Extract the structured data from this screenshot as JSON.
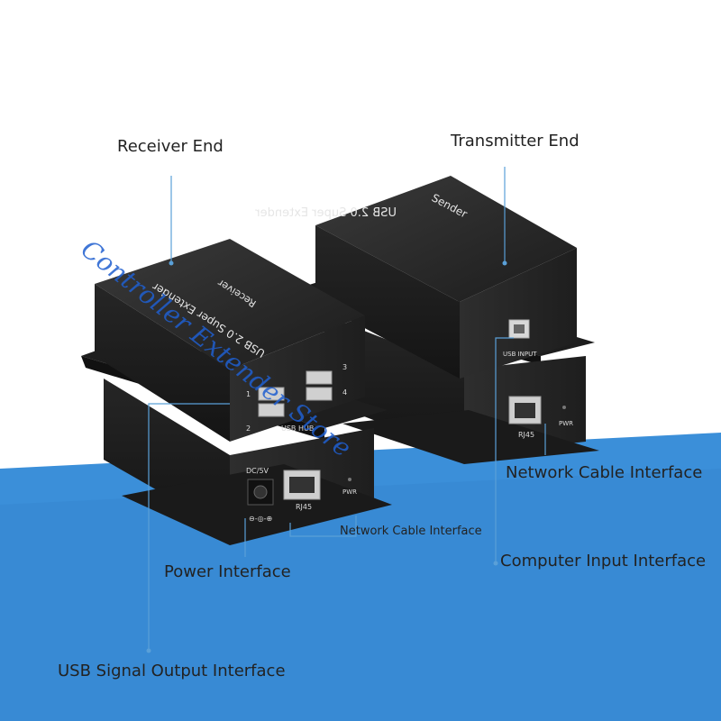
{
  "labels": {
    "receiver_end": "Receiver End",
    "transmitter_end": "Transmitter End",
    "network_cable_interface_right": "Network Cable Interface",
    "network_cable_interface_left": "Network Cable Interface",
    "computer_input_interface": "Computer Input Interface",
    "power_interface": "Power Interface",
    "usb_signal_output_interface": "USB Signal Output Interface"
  },
  "receiver_device": {
    "top_text_1": "USB 2.0  Super Extender",
    "top_text_2": "Receiver",
    "usb_hub_label": "USB HUB",
    "port_numbers": [
      "1",
      "2",
      "3",
      "4"
    ],
    "dc_label": "DC/5V",
    "rj45_label": "RJ45",
    "pwr_label": "PWR"
  },
  "transmitter_device": {
    "top_text_1": "USB 2.0  Super Extender",
    "top_text_2": "Sender",
    "usb_input_label": "USB INPUT",
    "rj45_label": "RJ45",
    "pwr_label": "PWR"
  },
  "watermark": "Controller Extender Store",
  "colors": {
    "background_top": "#ffffff",
    "background_bottom": "#3b8fd9",
    "device_body": "#2a2a2a",
    "callout_line": "#5aa0d8"
  }
}
